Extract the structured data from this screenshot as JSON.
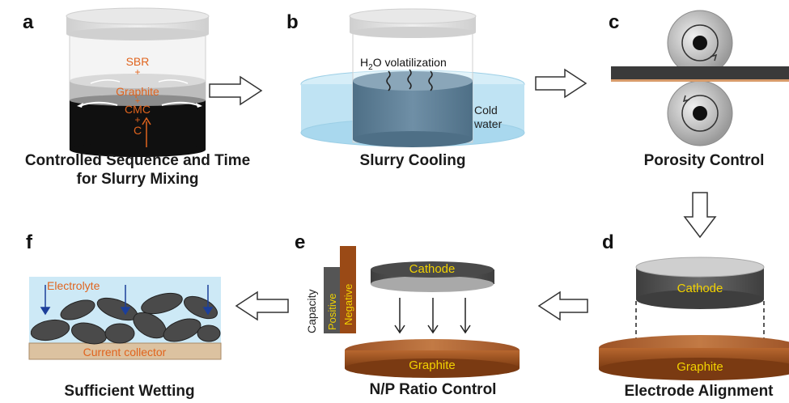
{
  "panels": {
    "a": {
      "letter": "a",
      "caption_line1": "Controlled Sequence and Time",
      "caption_line2": "for Slurry Mixing",
      "labels": {
        "sbr": "SBR",
        "plus1": "+",
        "graphite": "Graphite",
        "plus2": "+",
        "cmc": "CMC",
        "plus3": "+",
        "c": "C"
      }
    },
    "b": {
      "letter": "b",
      "caption": "Slurry Cooling",
      "label_h": "H",
      "label_sub": "2",
      "label_rest": "O volatilization",
      "cold_line1": "Cold",
      "cold_line2": "water"
    },
    "c": {
      "letter": "c",
      "caption": "Porosity Control"
    },
    "d": {
      "letter": "d",
      "caption": "Electrode Alignment",
      "cathode": "Cathode",
      "graphite": "Graphite"
    },
    "e": {
      "letter": "e",
      "caption": "N/P Ratio Control",
      "cathode": "Cathode",
      "graphite": "Graphite",
      "capacity": "Capacity",
      "positive": "Positive",
      "negative": "Negative"
    },
    "f": {
      "letter": "f",
      "caption": "Sufficient Wetting",
      "electrolyte": "Electrolyte",
      "collector": "Current collector"
    }
  },
  "colors": {
    "orange_label": "#e0641e",
    "yellow_label": "#f2d200",
    "graphite_brown": "#a0522d",
    "cathode_gray": "#555555",
    "water_blue": "#bfe3f3"
  },
  "arrows": [
    "right-arrow-icon",
    "right-arrow-icon",
    "down-arrow-icon",
    "left-arrow-icon",
    "left-arrow-icon"
  ]
}
